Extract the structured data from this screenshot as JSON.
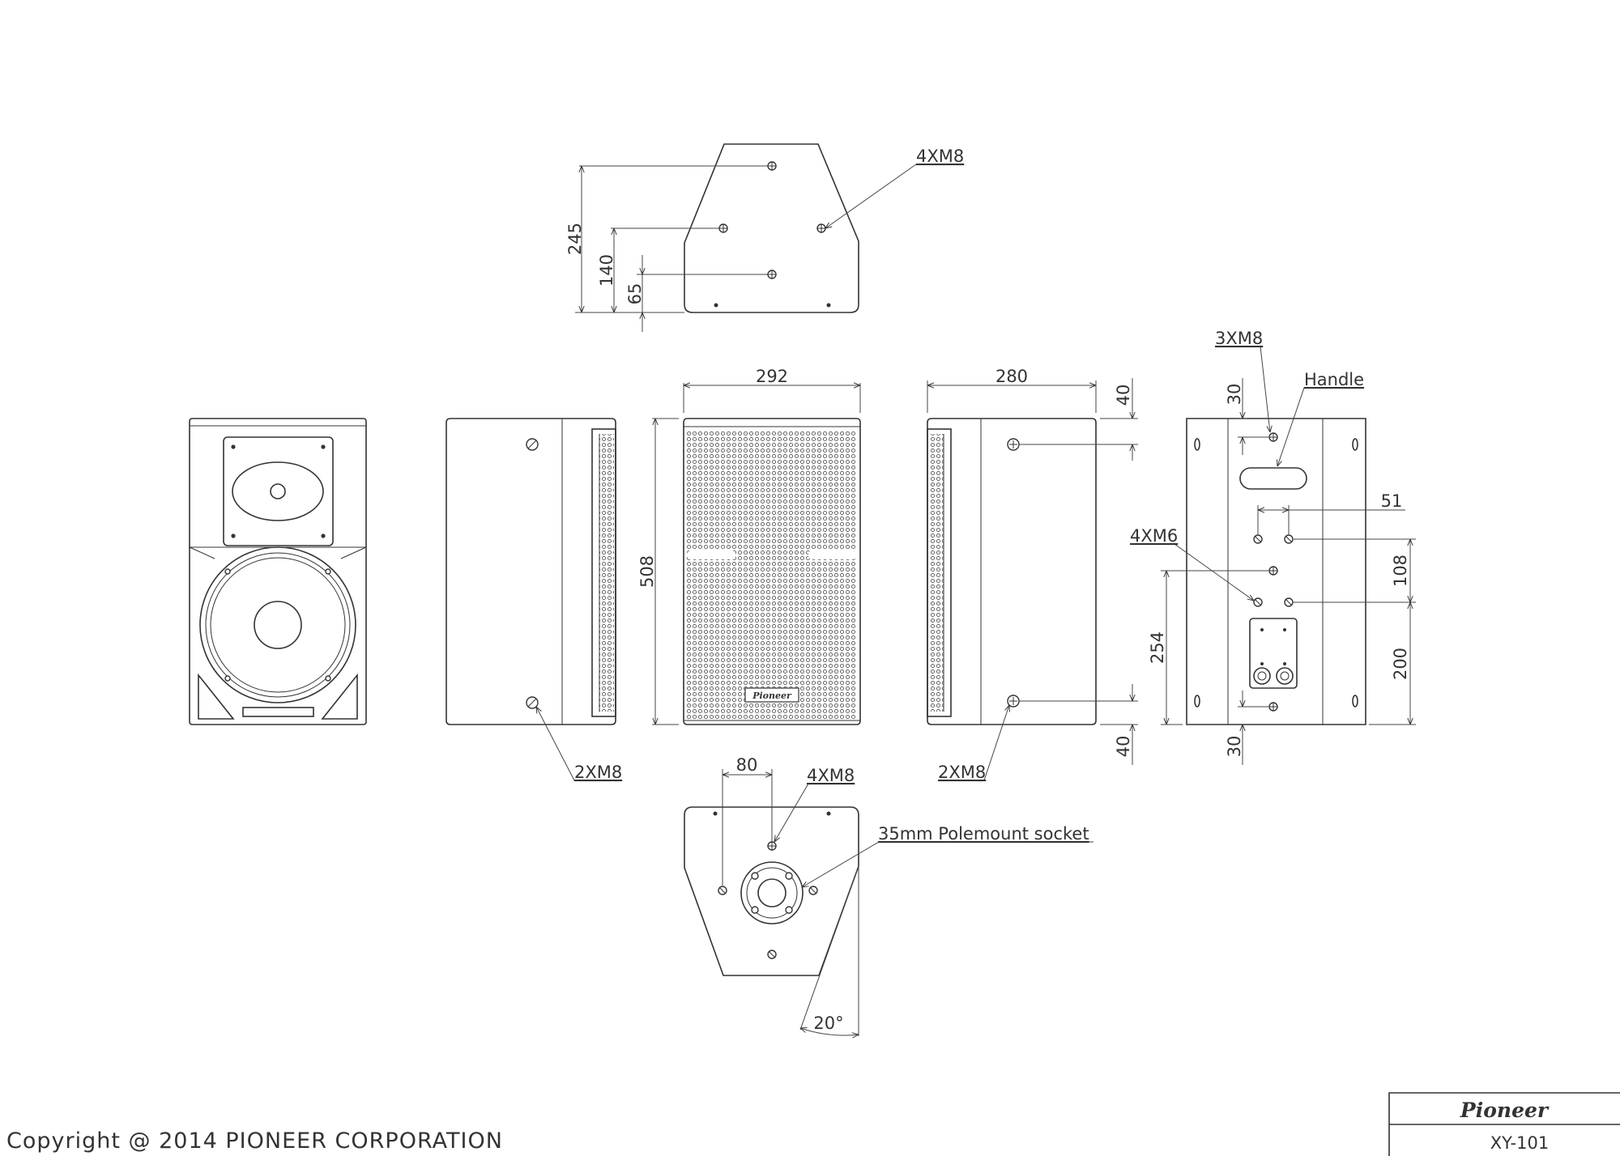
{
  "drawing": {
    "top_view": {
      "mount_label": "4XM8",
      "dim_245": "245",
      "dim_140": "140",
      "dim_65": "65"
    },
    "front_view": {
      "width": "292",
      "height": "508"
    },
    "side_view_left": {
      "mount_label": "2XM8"
    },
    "side_view_right": {
      "depth": "280",
      "top_offset": "40",
      "bottom_offset": "40",
      "mount_label": "2XM8"
    },
    "rear_view": {
      "top_mount_label": "3XM8",
      "handle_label": "Handle",
      "dim_30_top": "30",
      "dim_51": "51",
      "mid_mount_label": "4XM6",
      "dim_108": "108",
      "dim_254": "254",
      "dim_200": "200",
      "dim_30_bottom": "30"
    },
    "bottom_view": {
      "dim_80": "80",
      "mount_label": "4XM8",
      "socket_label": "35mm Polemount socket",
      "angle": "20°"
    },
    "grille_badge": "Pioneer"
  },
  "footer": {
    "copyright": "Copyright @ 2014 PIONEER CORPORATION"
  },
  "title_block": {
    "brand": "Pioneer",
    "model": "XY-101"
  }
}
